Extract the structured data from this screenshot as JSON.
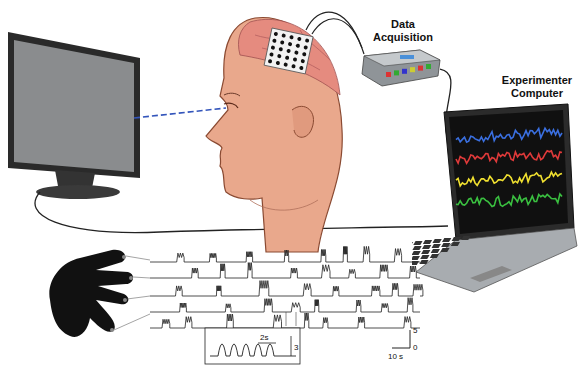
{
  "diagram": {
    "nodes": [
      {
        "text": [
          "Data Acquisition"
        ]
      },
      {
        "text": [
          "Experimenter Computer"
        ]
      }
    ],
    "edges": [
      {
        "from": 0,
        "to": 1,
        "arrow": "none"
      }
    ],
    "labels": [
      "2s",
      "3",
      "5",
      "0",
      "10 s"
    ]
  }
}
